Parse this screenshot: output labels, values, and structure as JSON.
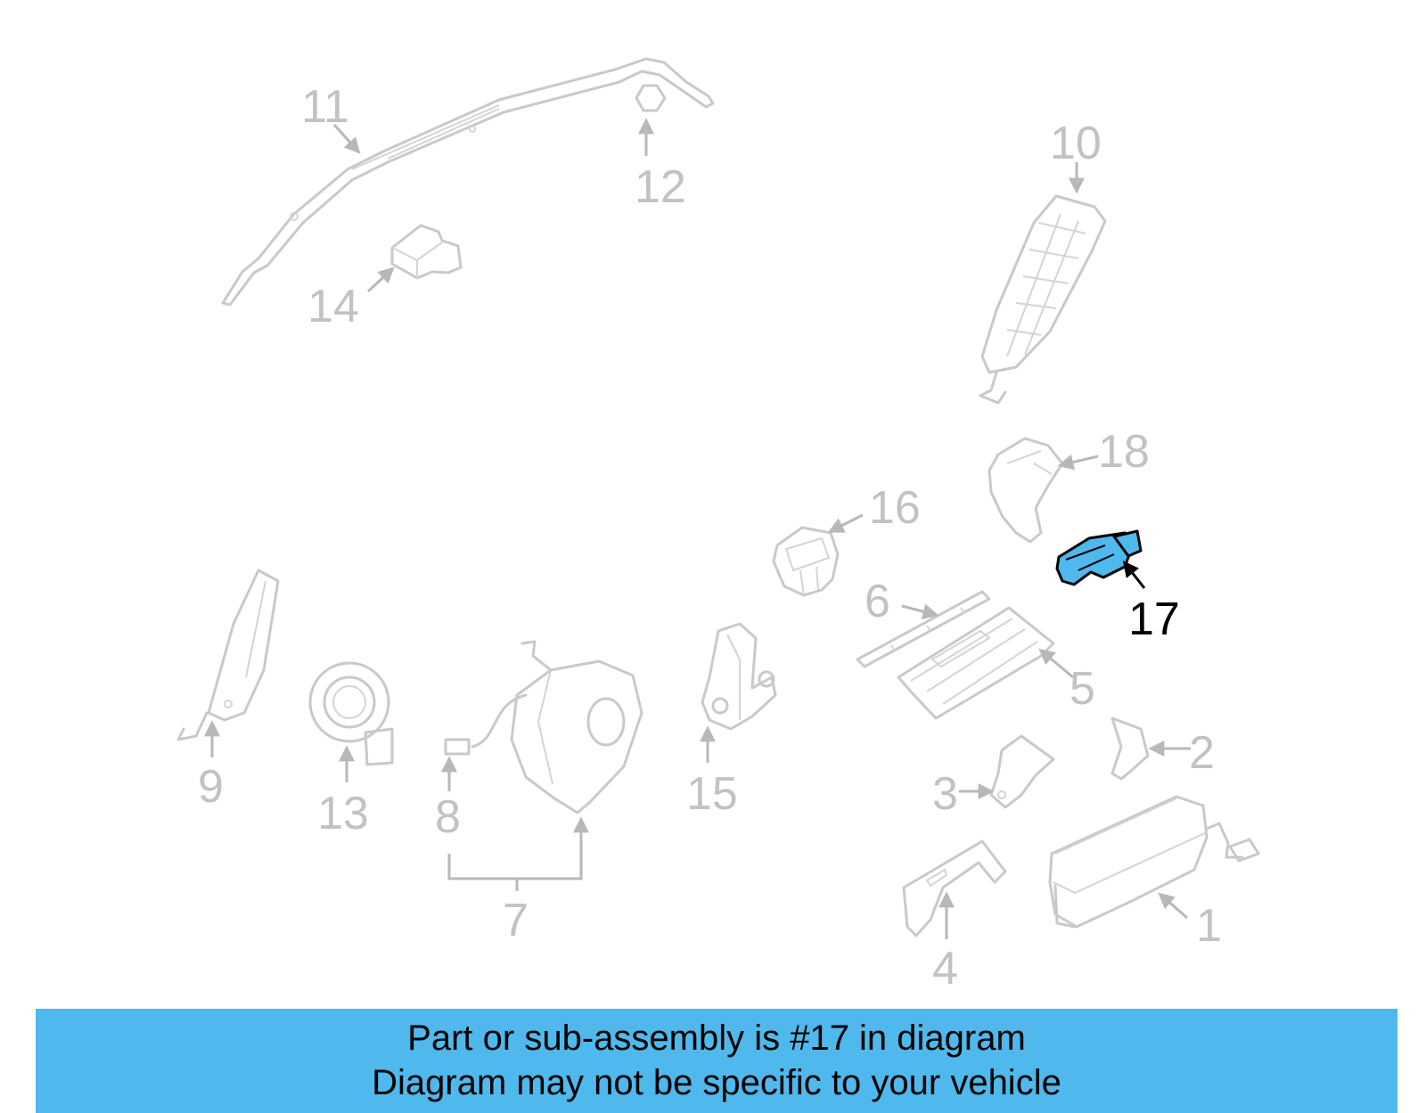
{
  "diagram": {
    "highlighted_part": "17",
    "colors": {
      "highlight": "#4fb8ec",
      "parts": "#c9c9c9",
      "callouts": "#c2c2c2",
      "highlight_outline": "#000000"
    },
    "callouts": {
      "c1": "1",
      "c2": "2",
      "c3": "3",
      "c4": "4",
      "c5": "5",
      "c6": "6",
      "c7": "7",
      "c8": "8",
      "c9": "9",
      "c10": "10",
      "c11": "11",
      "c12": "12",
      "c13": "13",
      "c14": "14",
      "c15": "15",
      "c16": "16",
      "c17": "17",
      "c18": "18"
    }
  },
  "banner": {
    "line1": "Part or sub-assembly is #17 in diagram",
    "line2": "Diagram may not be specific to your vehicle"
  }
}
